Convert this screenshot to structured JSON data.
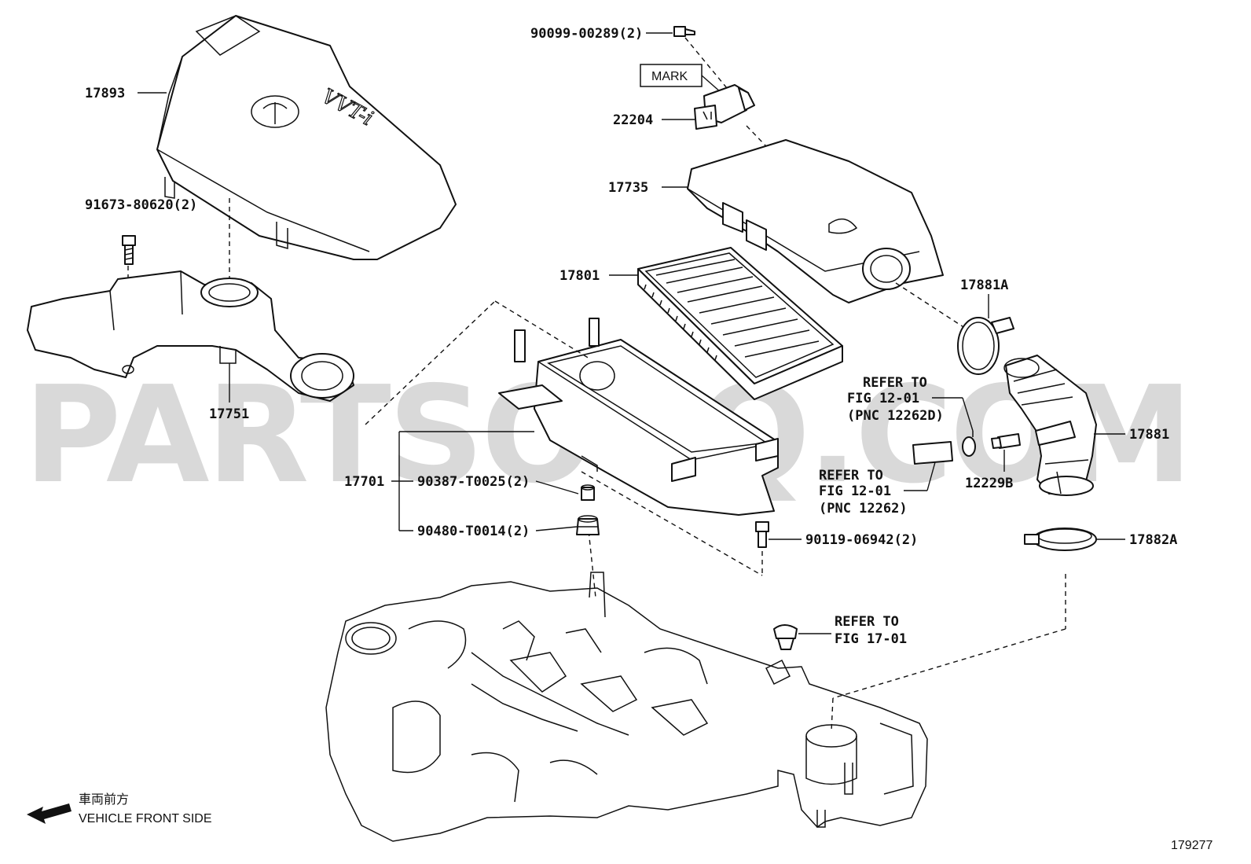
{
  "watermark": "PARTSOUQ.COM",
  "labels": {
    "p17893": "17893",
    "p91673": "91673-80620(2)",
    "p17751": "17751",
    "p90099": "90099-00289(2)",
    "mark": "MARK",
    "p22204": "22204",
    "p17735": "17735",
    "p17801": "17801",
    "p17881a": "17881A",
    "p17881": "17881",
    "p12229b": "12229B",
    "p17701": "17701",
    "p90387": "90387-T0025(2)",
    "p90480": "90480-T0014(2)",
    "p90119": "90119-06942(2)",
    "p17882a": "17882A"
  },
  "refs": {
    "ref1_line1": "REFER TO",
    "ref1_line2": "FIG 12-01",
    "ref1_line3": "(PNC 12262D)",
    "ref2_line1": "REFER TO",
    "ref2_line2": "FIG 12-01",
    "ref2_line3": "(PNC 12262)",
    "ref3_line1": "REFER TO",
    "ref3_line2": "FIG 17-01"
  },
  "cover_logo": "VVT-i",
  "direction": {
    "jp": "車両前方",
    "en": "VEHICLE FRONT SIDE",
    "icon": "arrow-left-icon"
  },
  "figure_number": "179277"
}
